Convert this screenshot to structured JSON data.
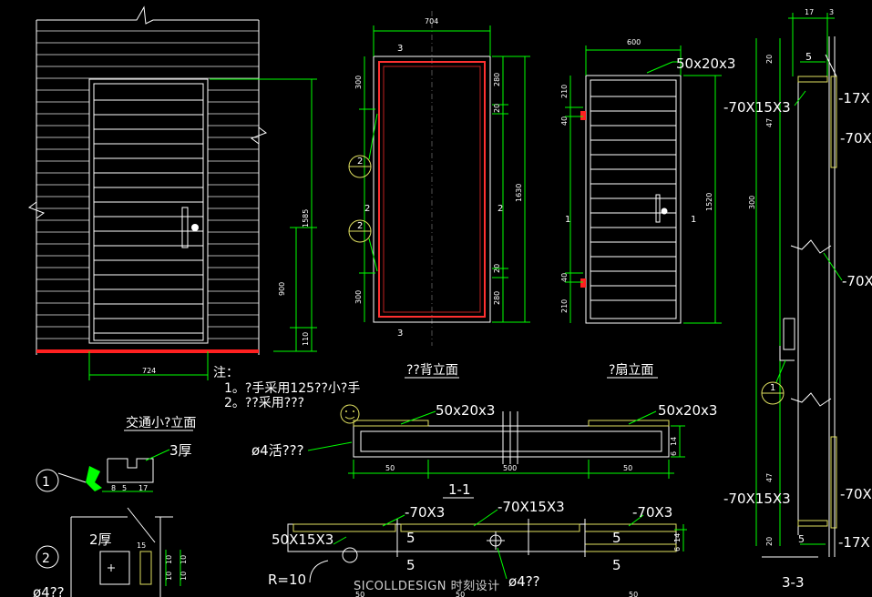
{
  "drawing": {
    "notes": {
      "heading": "注：",
      "line1": "1。?手采用125??小?手",
      "line2": "2。??采用???"
    },
    "titles": {
      "elev_small": "交通小?立面",
      "elev_back": "??背立面",
      "elev_leaf": "?扇立面",
      "sec11": "1-1",
      "sec33": "3-3"
    },
    "dims": {
      "d724": "724",
      "d1585": "1585",
      "d900": "900",
      "d110": "110",
      "d704": "704",
      "d300a": "300",
      "d300b": "300",
      "d280a": "280",
      "d280b": "280",
      "d20a": "20",
      "d20b": "20",
      "d1630": "1630",
      "d600": "600",
      "d1520": "1520",
      "d210a": "210",
      "d210b": "210",
      "d40a": "40",
      "d40b": "40",
      "d17": "17",
      "d3": "3",
      "d20c": "20",
      "d47a": "47",
      "d300c": "300",
      "d47b": "47",
      "d20d": "20",
      "d50a": "50",
      "d500": "500",
      "d50b": "50",
      "d14a": "14",
      "d6a": "6",
      "d8": "8",
      "d5": "5",
      "d17b": "17",
      "d15": "15",
      "d10a": "10",
      "d10b": "10",
      "d10c": "10",
      "d10d": "10",
      "d14b": "14",
      "d6b": "6",
      "d50c": "50",
      "d50d": "50",
      "d50e": "50"
    },
    "callouts": {
      "c50x20x3_top": "50x20x3",
      "c70x15x3": "-70X15X3",
      "c17x_top": "-17X",
      "c70x_a": "-70X",
      "c70x_b": "-70X",
      "c50x20x3_l": "50x20x3",
      "c50x20x3_r": "50x20x3",
      "c4huo": "ø4活???",
      "c3hou": "3厚",
      "c2hou": "2厚",
      "c70x15x3_b": "-70X15X3",
      "c70x_c": "-70X",
      "c17x_bot": "-17X",
      "c70x3_a": "-70X3",
      "c70x15x3_c": "-70X15X3",
      "c70x3_b": "-70X3",
      "c50x15x3": "50X15X3",
      "cR10": "R=10",
      "cphi4a": "ø4??",
      "cphi4b": "ø4??",
      "c5a": "5",
      "c5b": "5",
      "c5c": "5",
      "c5d": "5",
      "c5e": "5",
      "c5f": "5"
    },
    "markers": {
      "m1": "1",
      "m2": "2",
      "m3": "3",
      "b2a": "2",
      "b2b": "2",
      "b1": "1"
    },
    "watermark": "SICOLLDESIGN 时刻设计"
  }
}
